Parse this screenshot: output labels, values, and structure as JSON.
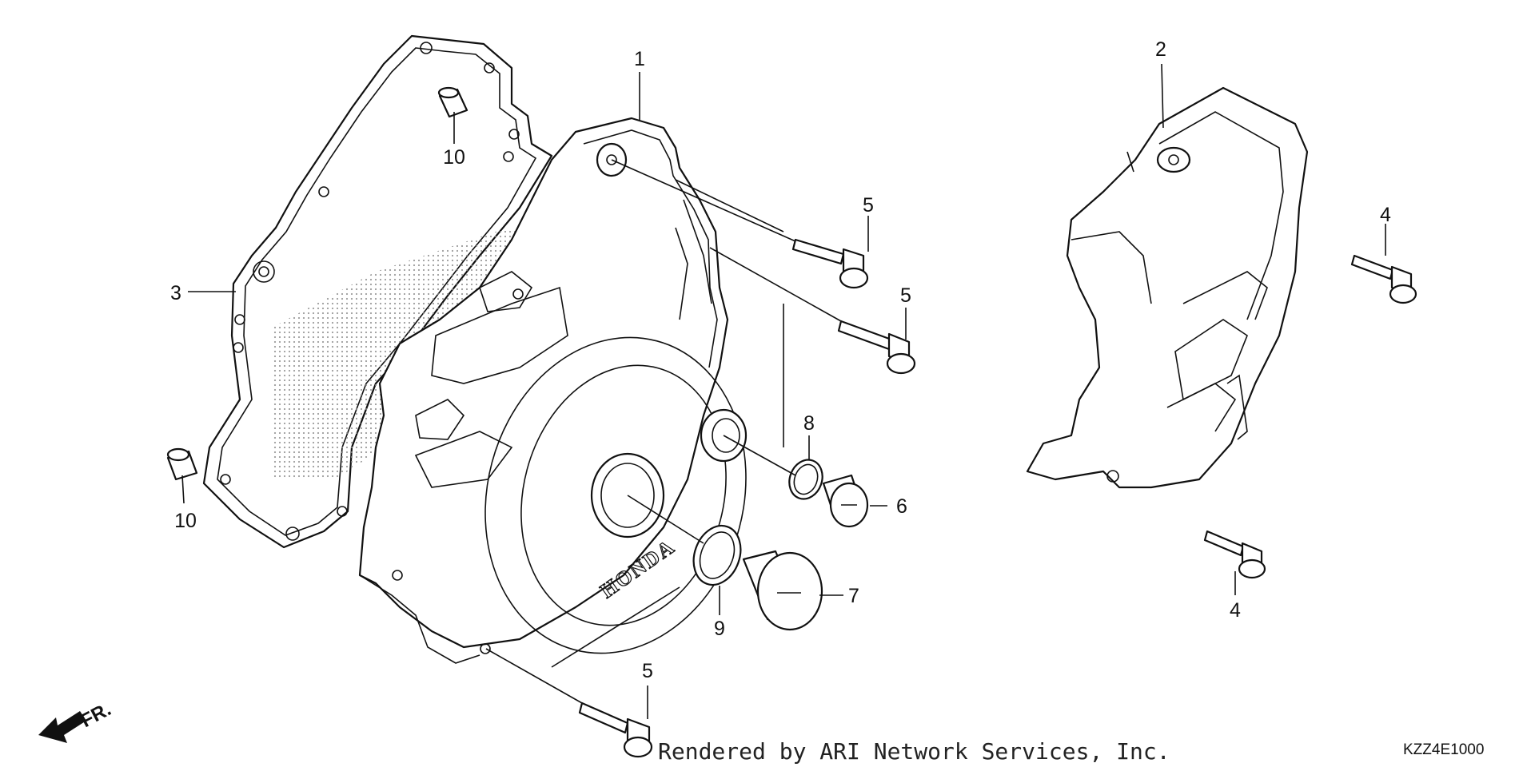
{
  "diagram": {
    "callouts": [
      {
        "id": "c1",
        "label": "1"
      },
      {
        "id": "c2",
        "label": "2"
      },
      {
        "id": "c3",
        "label": "3"
      },
      {
        "id": "c4a",
        "label": "4"
      },
      {
        "id": "c4b",
        "label": "4"
      },
      {
        "id": "c5a",
        "label": "5"
      },
      {
        "id": "c5b",
        "label": "5"
      },
      {
        "id": "c5c",
        "label": "5"
      },
      {
        "id": "c6",
        "label": "6"
      },
      {
        "id": "c7",
        "label": "7"
      },
      {
        "id": "c8",
        "label": "8"
      },
      {
        "id": "c9",
        "label": "9"
      },
      {
        "id": "c10a",
        "label": "10"
      },
      {
        "id": "c10b",
        "label": "10"
      }
    ],
    "cover_brand": "HONDA",
    "direction_label": "FR.",
    "footer_credit": "Rendered by ARI Network Services, Inc.",
    "diagram_code": "KZZ4E1000"
  }
}
